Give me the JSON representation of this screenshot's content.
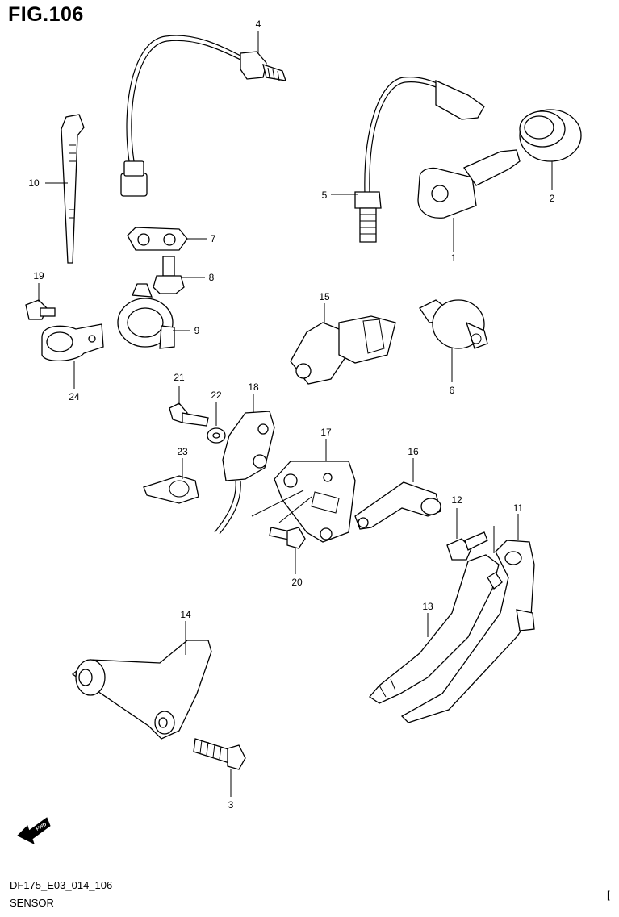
{
  "figure": {
    "title": "FIG.106",
    "code": "DF175_E03_014_106",
    "name": "SENSOR",
    "corner_mark": "["
  },
  "callouts": [
    "1",
    "2",
    "3",
    "4",
    "5",
    "6",
    "7",
    "8",
    "9",
    "10",
    "11",
    "12",
    "13",
    "14",
    "15",
    "16",
    "17",
    "18",
    "19",
    "20",
    "21",
    "22",
    "23",
    "24"
  ],
  "fwd_label": "FWD",
  "icons": {
    "fwd_arrow": "fwd-arrow-icon"
  }
}
